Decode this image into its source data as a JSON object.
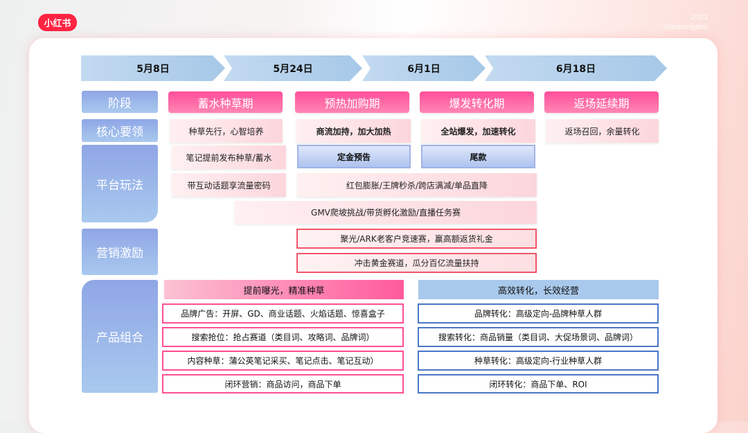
{
  "brand": {
    "logo": "小红书",
    "year": "2023",
    "name": "Xiaohongshu"
  },
  "timeline": [
    "5月8日",
    "5月24日",
    "6月1日",
    "6月18日"
  ],
  "labels": {
    "stage": "阶段",
    "core": "核心要领",
    "platform": "平台玩法",
    "marketing": "营销激励",
    "product": "产品组合"
  },
  "stages": [
    "蓄水种草期",
    "预热加购期",
    "爆发转化期",
    "返场延续期"
  ],
  "core": [
    "种草先行，心智培养",
    "商流加持，加大加热",
    "全站爆发，加速转化",
    "返场召回，余量转化"
  ],
  "platform": {
    "notes": "笔记提前发布种草/蓄水",
    "deposit": "定金预告",
    "balance": "尾款",
    "topic": "带互动话题享流量密码",
    "promo": "红包膨胀/王牌秒杀/跨店满减/单品直降",
    "gmv": "GMV爬坡挑战/带货孵化激励/直播任务赛"
  },
  "marketing": [
    "聚光/ARK老客户竞速赛，赢高额返货礼金",
    "冲击黄金赛道，瓜分百亿流量扶持"
  ],
  "product": {
    "left_header": "提前曝光，精准种草",
    "left": [
      "品牌广告：开屏、GD、商业话题、火焰话题、惊喜盒子",
      "搜索抢位：抢占赛道（类目词、攻略词、品牌词）",
      "内容种草：蒲公英笔记采买、笔记点击、笔记互动）",
      "闭环营销：商品访问，商品下单"
    ],
    "right_header": "高效转化，长效经营",
    "right": [
      "品牌转化：高级定向-品牌种草人群",
      "搜索转化：商品销量（类目词、大促场景词、品牌词）",
      "种草转化：高级定向-行业种草人群",
      "闭环转化：商品下单、ROI"
    ]
  }
}
